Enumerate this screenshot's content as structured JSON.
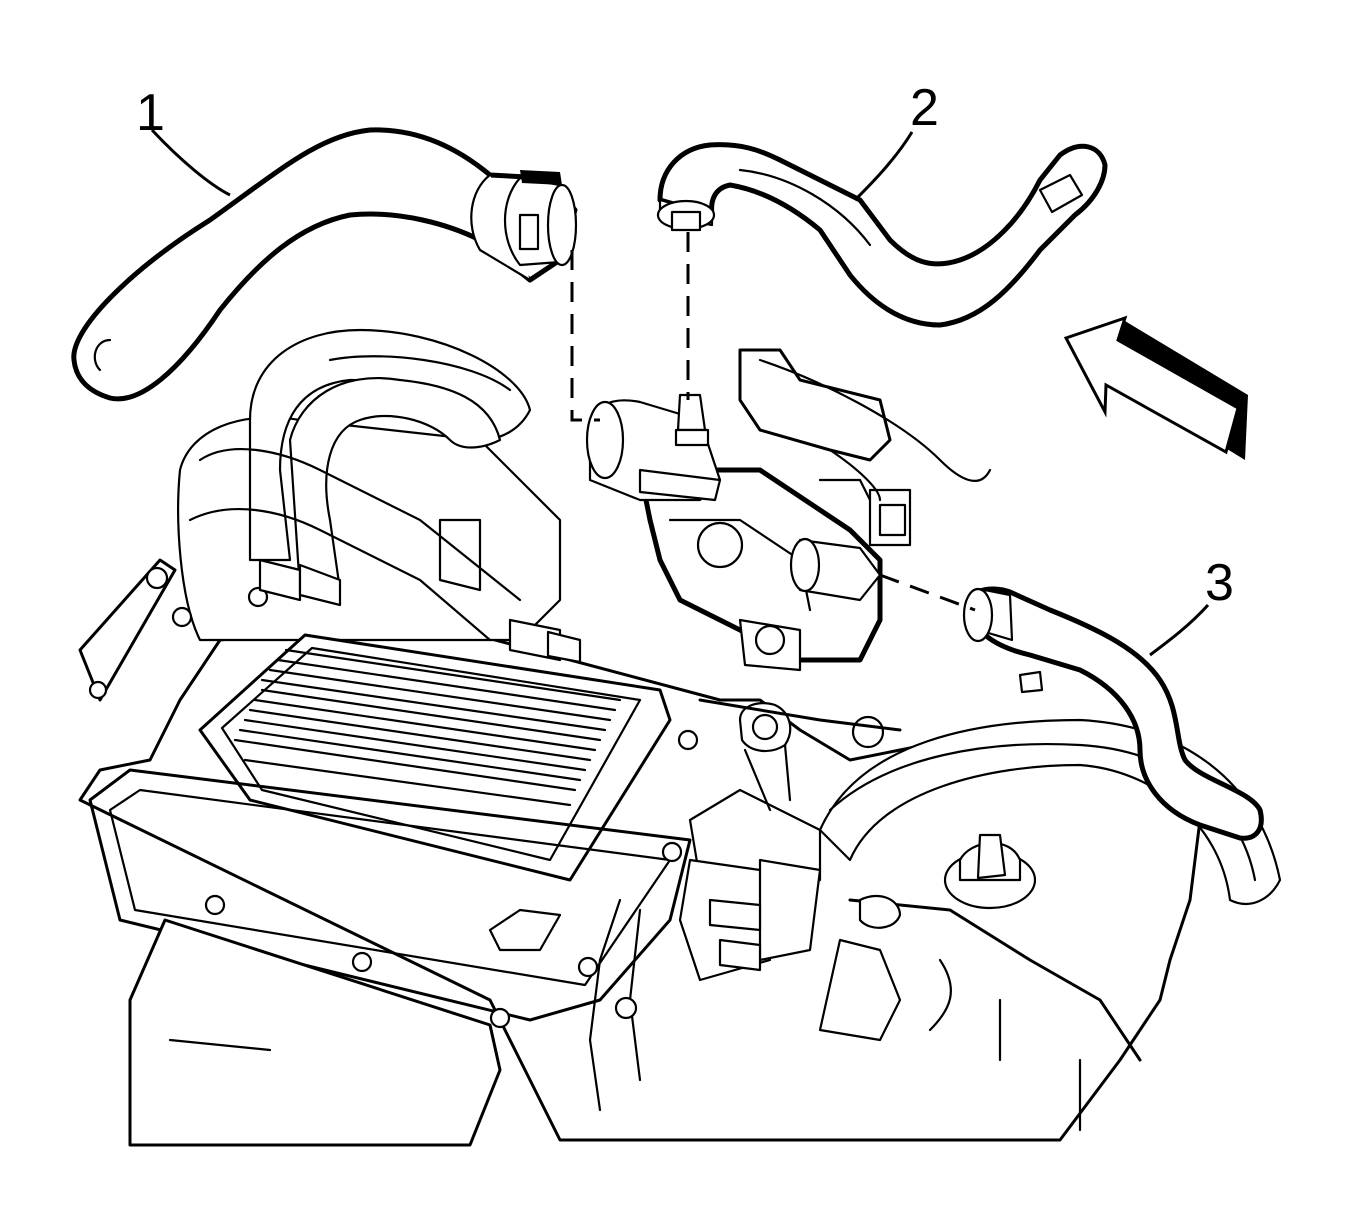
{
  "callouts": [
    {
      "id": "1",
      "label": "1"
    },
    {
      "id": "2",
      "label": "2"
    },
    {
      "id": "3",
      "label": "3"
    }
  ],
  "colors": {
    "line": "#000000",
    "background": "#ffffff"
  },
  "icons": {
    "direction": "front-arrow-icon"
  }
}
